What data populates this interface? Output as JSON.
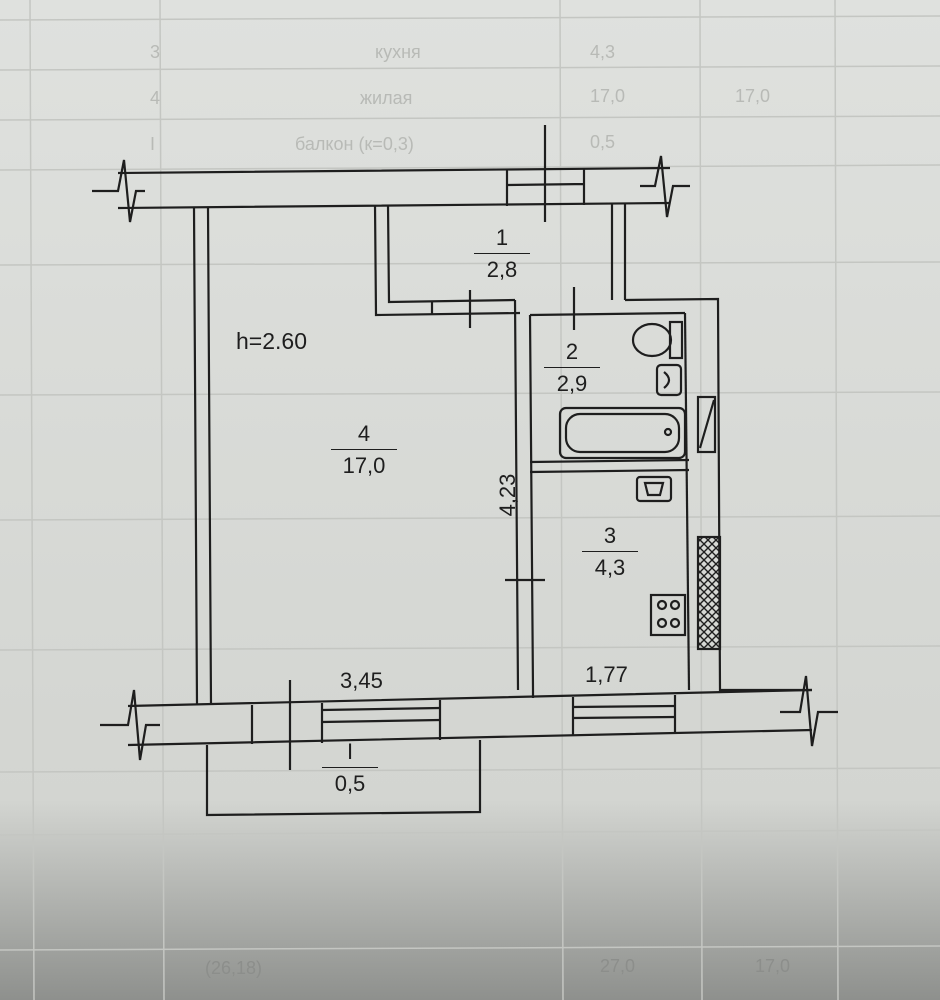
{
  "plan": {
    "height_label": "h=2.60",
    "rooms": [
      {
        "id": "1",
        "number": "1",
        "area": "2,8"
      },
      {
        "id": "2",
        "number": "2",
        "area": "2,9"
      },
      {
        "id": "3",
        "number": "3",
        "area": "4,3"
      },
      {
        "id": "4",
        "number": "4",
        "area": "17,0"
      },
      {
        "id": "balcony",
        "number": "I",
        "area": "0,5"
      }
    ],
    "dimensions": {
      "room_depth": "4,23",
      "room_width": "3,45",
      "kitchen_width": "1,77"
    }
  },
  "background_table": {
    "rows": [
      {
        "col1": "3",
        "col2": "кухня",
        "col3": "4,3"
      },
      {
        "col1": "4",
        "col2": "жилая",
        "col3": "17,0",
        "col4": "17,0"
      },
      {
        "col1": "I",
        "col2": "балкон (к=0,3)",
        "col3": "0,5"
      }
    ],
    "footer": {
      "col1": "(26,18)",
      "col2": "27,0",
      "col3": "17,0"
    }
  },
  "colors": {
    "ink": "#1e1e1e",
    "paper": "#dcdedb",
    "grid": "#c9cbc7"
  }
}
